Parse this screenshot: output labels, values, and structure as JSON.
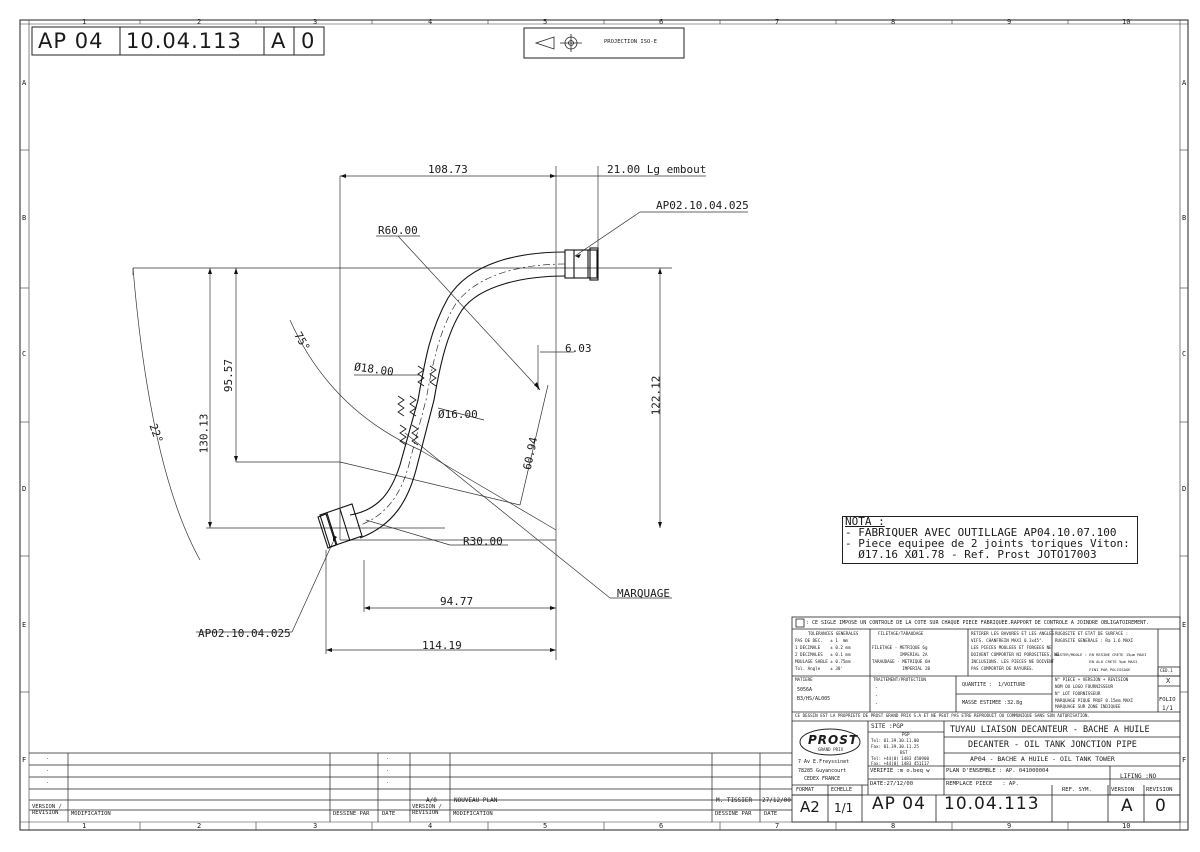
{
  "header": {
    "cells": [
      "AP 04",
      "10.04.113",
      "A",
      "0"
    ],
    "projection_label": "PROJECTION ISO-E"
  },
  "grid": {
    "columns": [
      "1",
      "2",
      "3",
      "4",
      "5",
      "6",
      "7",
      "8",
      "9",
      "10"
    ],
    "rows": [
      "A",
      "B",
      "C",
      "D",
      "E",
      "F"
    ]
  },
  "drawing": {
    "dims": {
      "d108": "108.73",
      "d21": "21.00 Lg embout",
      "ref_top": "AP02.10.04.025",
      "r60": "R60.00",
      "a75": "75°",
      "d95": "95.57",
      "d130": "130.13",
      "d18": "Ø18.00",
      "d16": "Ø16.00",
      "d603": "6.03",
      "d122": "122.12",
      "d6094": "60.94",
      "a22": "22°",
      "r30": "R30.00",
      "marquage": "MARQUAGE",
      "d9477": "94.77",
      "ref_bottom": "AP02.10.04.025",
      "d11419": "114.19"
    }
  },
  "nota": {
    "title": "NOTA :",
    "lines": [
      "- FABRIQUER AVEC OUTILLAGE AP04.10.07.100",
      "- Piece equipee de 2 joints toriques Viton:",
      "  Ø17.16 XØ1.78 - Ref. Prost JOTO17003"
    ]
  },
  "title_block": {
    "control_note": ": CE SIGLE IMPOSE UN CONTROLE DE LA COTE SUR CHAQUE PIECE FABRIQUEE.RAPPORT DE CONTROLE A JOINDRE OBLIGATOIREMENT.",
    "tolerances": {
      "title": "TOLERANCES GENERALES",
      "rows": [
        "PAS DE DEC.   ± 1  mm",
        "1 DECIMALE    ± 0.2 mm",
        "2 DECIMALES   ± 0.1 mm",
        "MOULAGE SABLE ± 0.75mm",
        "Tol. Angle    ± 30'"
      ]
    },
    "filetage": {
      "title": "FILETAGE/TARAUDAGE",
      "rows": [
        "FILETAGE - METRIQUE 6g",
        "           IMPERIAL 2A",
        "TARAUDAGE - METRIQUE 6H",
        "            IMPERIAL 2B"
      ]
    },
    "bavures": [
      "RETIRER LES BAVURES ET LES ANGLES",
      "VIFS. CHANFREIN MAXI 0.3x45°.",
      "LES PIECES MOULEES ET FORGEES NE",
      "DOIVENT COMPORTER NI POROSITEES, NI",
      "INCLUSIONS. LES PIECES NE DOIVENT",
      "PAS COMPORTER DE RAYURES."
    ],
    "rugosite": [
      "RUGOSITE ET ETAT DE SURFACE :",
      "RUGOSITE GENERALE : Ra 1.6 MAXI",
      "MASTER/MOULE : EN RESINE CRETE 15µm MAXI",
      "               EN ALU CRETE 5µm MAXI",
      "               FINI PAR POLISSAGE"
    ],
    "rugosite_code": "CED.1",
    "matiere_label": "MATIERE",
    "matiere": [
      "5056A",
      "B3/HS/AL005"
    ],
    "traitement_label": "TRAITEMENT/PROTECTION",
    "traitement": [
      "-",
      "-",
      "-"
    ],
    "quantite": "QUANTITE :  1/VOITURE",
    "masse": "MASSE ESTIMEE :32.8g",
    "marquage_lines": [
      "N° PIECE + VERSION + REVISION",
      "NOM OU LOGO FOURNISSEUR",
      "N° LOT FOURNISSEUR",
      "MARQUAGE PIQUE PROF 0.15mm MAXI",
      "MARQUAGE SUR ZONE INDIQUEE"
    ],
    "x_mark": "X",
    "folio_label": "FOLIO",
    "folio": "1/1",
    "property_note": "CE DESSIN EST LA PROPRIETE DE PROST GRAND PRIX S.A ET NE PEUT PAS ETRE REPRODUIT OU COMMUNIQUE SANS SON AUTORISATION.",
    "logo": "PROST",
    "logo_sub": "GRAND PRIX",
    "site": "SITE :PGP",
    "pgp_lines": [
      "PGP",
      "Tel: 01.39.30.11.00",
      "Fax: 01.39.30.11.25",
      "BST",
      "Tel: +44(0) 1483 450900",
      "Fax: +44(0) 1483 451117"
    ],
    "address": [
      "7 Av E.Freyssinet",
      "78285 Guyancourt",
      "CEDEX FRANCE"
    ],
    "verifie": "VERIFIE :m o.beq w",
    "date": "DATE:27/12/00",
    "titre1": "TUYAU LIAISON DECANTEUR - BACHE A HUILE",
    "titre2": "DECANTER - OIL TANK JONCTION PIPE",
    "titre3": "AP04 - BACHE A HUILE - OIL TANK TOWER",
    "plan_ensemble": "PLAN D'ENSEMBLE : AP. 041000004",
    "remplace": "REMPLACE PIECE   : AP.",
    "lifing": "LIFING :NO",
    "format_label": "FORMAT",
    "format": "A2",
    "echelle_label": "ECHELLE",
    "echelle": "1/1",
    "num_cells": [
      "AP 04",
      "10.04.113"
    ],
    "ref_sym": "REF. SYM.",
    "version_label": "VERSION",
    "revision_label": "REVISION",
    "version": "A",
    "revision": "0"
  },
  "revision_table": {
    "version_revision_label": "VERSION /\nREVISION",
    "modification_label": "MODIFICATION",
    "dessine_par_label": "DESSINE PAR",
    "date_label": "DATE",
    "left_rows": [
      ".",
      ".",
      "."
    ],
    "mid_rows": [
      ".",
      ".",
      "."
    ],
    "right_row_version": "A/0",
    "right_row_modif": "NOUVEAU PLAN",
    "right_row_dessine": "M. TISSIER",
    "right_row_date": "27/12/00"
  }
}
